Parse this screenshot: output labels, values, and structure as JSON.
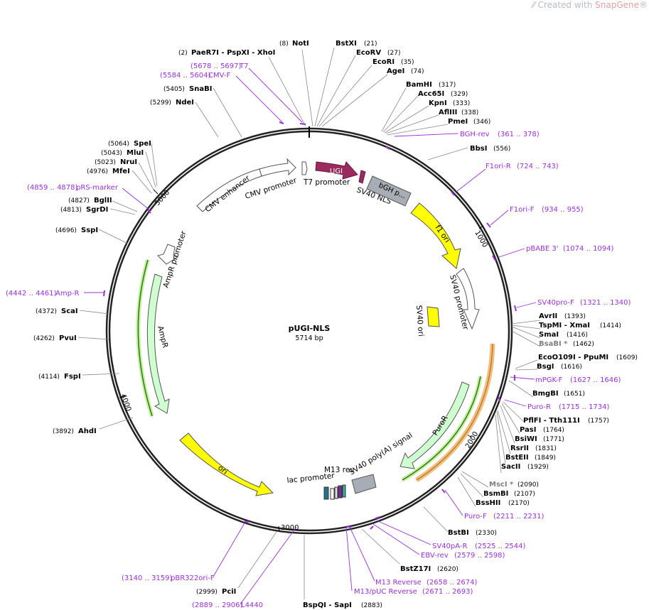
{
  "watermark": {
    "created_with": "Created with ",
    "brand": "SnapGene",
    "reg": "®"
  },
  "plasmid": {
    "name": "pUGI-NLS",
    "size": "5714 bp"
  },
  "ticks": [
    "1000",
    "2000",
    "3000",
    "4000",
    "5000"
  ],
  "features": {
    "cmv_enhancer": "CMV enhancer",
    "cmv_promoter": "CMV promoter",
    "t7_promoter": "T7 promoter",
    "ugi": "UGI",
    "sv40_nls": "SV40 NLS",
    "bgh": "bGH p...",
    "f1_ori": "f1 ori",
    "sv40_promoter": "SV40 promoter",
    "sv40_ori": "SV40 ori",
    "puror": "PuroR",
    "sv40_polya": "SV40 poly(A) signal",
    "m13_rev": "M13 rev",
    "lac_promoter": "lac promoter",
    "ori": "ori",
    "ampr": "AmpR",
    "ampr_promoter": "AmpR promoter"
  },
  "sites": [
    {
      "pos": "(8)",
      "name": "NotI"
    },
    {
      "pos": "(2)",
      "name": "PaeR7I - PspXI - XhoI"
    },
    {
      "name": "BstXI",
      "pos": "(21)"
    },
    {
      "name": "EcoRV",
      "pos": "(27)"
    },
    {
      "name": "EcoRI",
      "pos": "(35)"
    },
    {
      "name": "AgeI",
      "pos": "(74)"
    },
    {
      "name": "BamHI",
      "pos": "(317)"
    },
    {
      "name": "Acc65I",
      "pos": "(329)"
    },
    {
      "name": "KpnI",
      "pos": "(333)"
    },
    {
      "name": "AflIII",
      "pos": "(338)"
    },
    {
      "name": "PmeI",
      "pos": "(346)"
    },
    {
      "name": "BbsI",
      "pos": "(556)"
    },
    {
      "name": "AvrII",
      "pos": "(1393)"
    },
    {
      "name": "TspMI - XmaI",
      "pos": "(1414)"
    },
    {
      "name": "SmaI",
      "pos": "(1416)"
    },
    {
      "name": "BsaBI *",
      "pos": "(1462)"
    },
    {
      "name": "EcoO109I - PpuMI",
      "pos": "(1609)"
    },
    {
      "name": "BsgI",
      "pos": "(1616)"
    },
    {
      "name": "BmgBI",
      "pos": "(1651)"
    },
    {
      "name": "PflFI - Tth111I",
      "pos": "(1757)"
    },
    {
      "name": "PasI",
      "pos": "(1764)"
    },
    {
      "name": "BsiWI",
      "pos": "(1771)"
    },
    {
      "name": "RsrII",
      "pos": "(1831)"
    },
    {
      "name": "BstEII",
      "pos": "(1849)"
    },
    {
      "name": "SacII",
      "pos": "(1929)"
    },
    {
      "name": "MscI *",
      "pos": "(2090)"
    },
    {
      "name": "BsmBI",
      "pos": "(2107)"
    },
    {
      "name": "BssHII",
      "pos": "(2170)"
    },
    {
      "name": "BstBI",
      "pos": "(2330)"
    },
    {
      "name": "BstZ17I",
      "pos": "(2620)"
    },
    {
      "name": "BspQI - SapI",
      "pos": "(2883)"
    },
    {
      "pos": "(2999)",
      "name": "PciI"
    },
    {
      "pos": "(3892)",
      "name": "AhdI"
    },
    {
      "pos": "(4114)",
      "name": "FspI"
    },
    {
      "pos": "(4262)",
      "name": "PvuI"
    },
    {
      "pos": "(4372)",
      "name": "ScaI"
    },
    {
      "pos": "(4696)",
      "name": "SspI"
    },
    {
      "pos": "(4813)",
      "name": "SgrDI"
    },
    {
      "pos": "(4827)",
      "name": "BglII"
    },
    {
      "pos": "(4976)",
      "name": "MfeI"
    },
    {
      "pos": "(5023)",
      "name": "NruI"
    },
    {
      "pos": "(5043)",
      "name": "MluI"
    },
    {
      "pos": "(5064)",
      "name": "SpeI"
    },
    {
      "pos": "(5299)",
      "name": "NdeI"
    },
    {
      "pos": "(5405)",
      "name": "SnaBI"
    }
  ],
  "primers": [
    {
      "pos": "(5678 .. 5697)",
      "name": "T7"
    },
    {
      "pos": "(5584 .. 5604)",
      "name": "CMV-F"
    },
    {
      "name": "BGH-rev",
      "pos": "(361 .. 378)"
    },
    {
      "name": "F1ori-R",
      "pos": "(724 .. 743)"
    },
    {
      "name": "F1ori-F",
      "pos": "(934 .. 955)"
    },
    {
      "name": "pBABE 3'",
      "pos": "(1074 .. 1094)"
    },
    {
      "name": "SV40pro-F",
      "pos": "(1321 .. 1340)"
    },
    {
      "name": "mPGK-F",
      "pos": "(1627 .. 1646)"
    },
    {
      "name": "Puro-R",
      "pos": "(1715 .. 1734)"
    },
    {
      "name": "Puro-F",
      "pos": "(2211 .. 2231)"
    },
    {
      "name": "SV40pA-R",
      "pos": "(2525 .. 2544)"
    },
    {
      "name": "EBV-rev",
      "pos": "(2579 .. 2598)"
    },
    {
      "name": "M13 Reverse",
      "pos": "(2658 .. 2674)"
    },
    {
      "name": "M13/pUC Reverse",
      "pos": "(2671 .. 2693)"
    },
    {
      "pos": "(3140 .. 3159)",
      "name": "pBR322ori-F"
    },
    {
      "pos": "(2889 .. 2906)",
      "name": "L4440"
    },
    {
      "pos": "(4859 .. 4878)",
      "name": "pRS-marker"
    },
    {
      "pos": "(4442 .. 4461)",
      "name": "Amp-R"
    }
  ]
}
